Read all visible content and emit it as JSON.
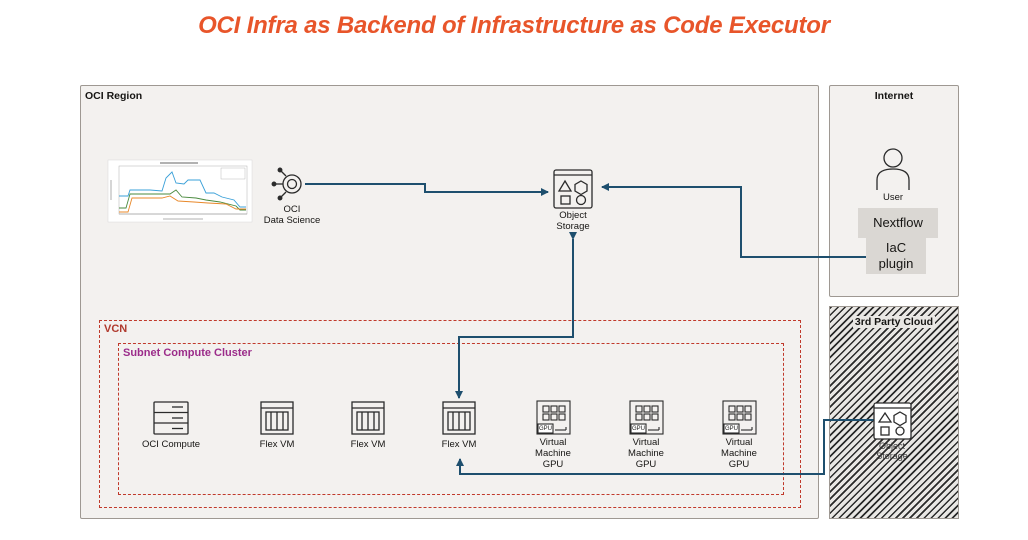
{
  "title": "OCI Infra as Backend of Infrastructure as Code Executor",
  "containers": {
    "region": "OCI Region",
    "internet": "Internet",
    "third_party": "3rd Party Cloud",
    "vcn": "VCN",
    "subnet": "Subnet Compute Cluster"
  },
  "nodes": {
    "data_science_line1": "OCI",
    "data_science_line2": "Data Science",
    "object_storage_line1": "Object",
    "object_storage_line2": "Storage",
    "user": "User",
    "nextflow": "Nextflow",
    "iac_line1": "IaC",
    "iac_line2": "plugin",
    "third_party_storage_line1": "Object",
    "third_party_storage_line2": "Storage",
    "oci_compute": "OCI Compute",
    "flex_vm_1": "Flex VM",
    "flex_vm_2": "Flex VM",
    "flex_vm_3": "Flex VM",
    "vm_gpu_line1": "Virtual",
    "vm_gpu_line2": "Machine",
    "vm_gpu_line3": "GPU",
    "gpu_badge": "GPU"
  },
  "colors": {
    "title": "#e8552a",
    "connector": "#1e4f6e",
    "dashed_border": "#c0392b",
    "subnet_label": "#9b2c8a"
  }
}
